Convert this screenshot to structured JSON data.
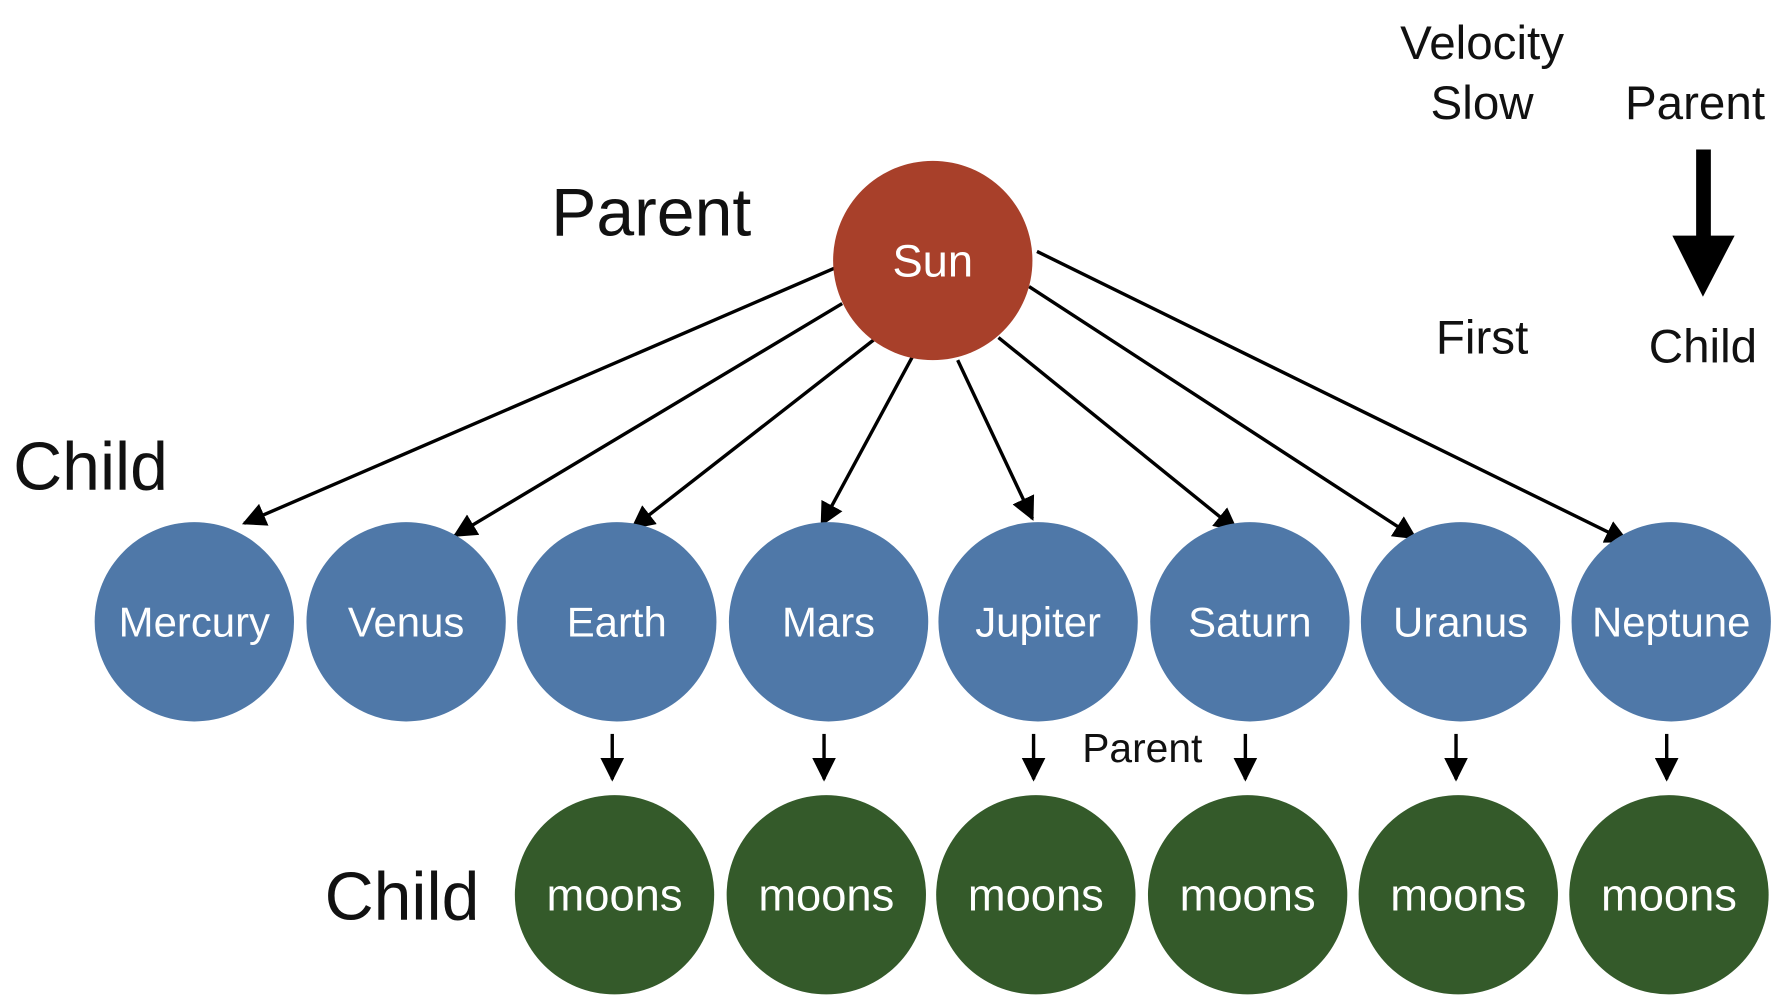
{
  "colors": {
    "sun": "#a8402a",
    "planet": "#4f78a8",
    "moon": "#345a2a",
    "ink": "#000000"
  },
  "labels": {
    "parent_top": "Parent",
    "child_left": "Child",
    "child_bottom": "Child",
    "parent_middle": "Parent",
    "legend_velocity": "Velocity",
    "legend_slow": "Slow",
    "legend_first": "First",
    "legend_parent": "Parent",
    "legend_child": "Child"
  },
  "root": {
    "label": "Sun"
  },
  "planets": [
    {
      "label": "Mercury",
      "moons": null
    },
    {
      "label": "Venus",
      "moons": null
    },
    {
      "label": "Earth",
      "moons": "moons"
    },
    {
      "label": "Mars",
      "moons": "moons"
    },
    {
      "label": "Jupiter",
      "moons": "moons"
    },
    {
      "label": "Saturn",
      "moons": "moons"
    },
    {
      "label": "Uranus",
      "moons": "moons"
    },
    {
      "label": "Neptune",
      "moons": "moons"
    }
  ]
}
